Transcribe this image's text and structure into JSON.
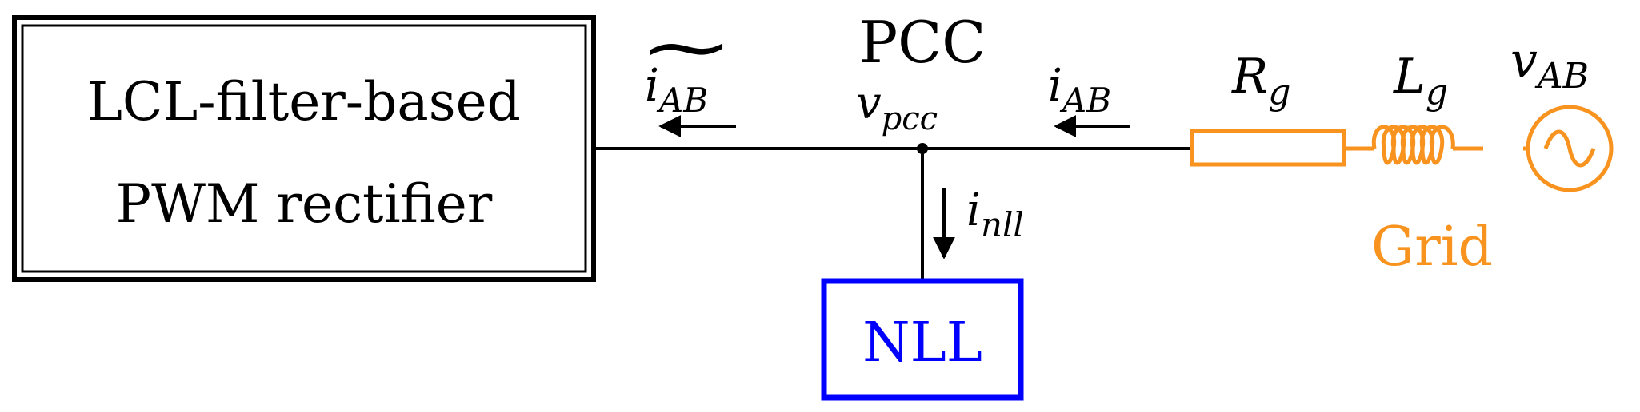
{
  "rectifier_box": {
    "line1": "LCL-filter-based",
    "line2": "PWM rectifier"
  },
  "pcc": {
    "label": "PCC",
    "voltage_main": "v",
    "voltage_sub": "pcc"
  },
  "current_filter": {
    "main": "i",
    "sub": "AB",
    "accent": "~"
  },
  "current_grid": {
    "main": "i",
    "sub": "AB"
  },
  "current_nll": {
    "main": "i",
    "sub": "nll"
  },
  "nll_box": {
    "label": "NLL"
  },
  "grid": {
    "resistor_main": "R",
    "resistor_sub": "g",
    "inductor_main": "L",
    "inductor_sub": "g",
    "source_main": "v",
    "source_sub": "AB",
    "label": "Grid"
  },
  "colors": {
    "wire": "#000000",
    "grid": "#f7931e",
    "nll": "#0000ff"
  },
  "icons": {
    "source": "ac-voltage-source-icon",
    "inductor": "coil-inductor-icon",
    "resistor": "resistor-icon"
  }
}
